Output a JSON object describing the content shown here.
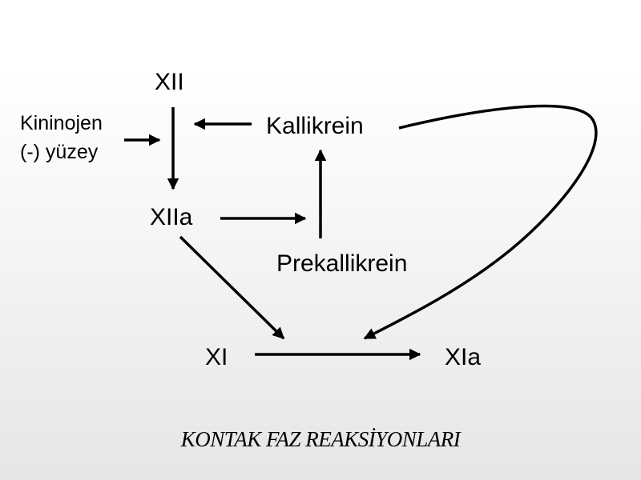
{
  "nodes": {
    "xii": "XII",
    "kallikrein": "Kallikrein",
    "kininojen": "Kininojen",
    "yuzey": "(-) yüzey",
    "xiia": "XIIa",
    "prekallikrein": "Prekallikrein",
    "xi": "XI",
    "xia": "XIa"
  },
  "caption": "KONTAK FAZ REAKSİYONLARI",
  "colors": {
    "ink": "#000000",
    "background_top": "#ffffff",
    "background_bottom": "#e6e6e6"
  }
}
